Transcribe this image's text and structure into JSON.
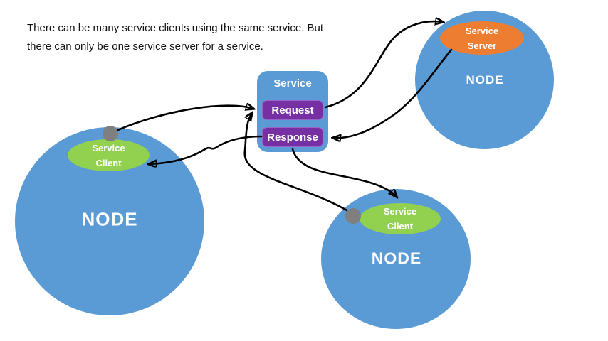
{
  "annotation": {
    "line1": "There can be many service clients using the same service. But",
    "line2": "there can only be one service server for a service."
  },
  "service": {
    "title": "Service",
    "request_label": "Request",
    "response_label": "Response"
  },
  "nodes": {
    "left": {
      "label": "NODE",
      "badge_line1": "Service",
      "badge_line2": "Client"
    },
    "bottom": {
      "label": "NODE",
      "badge_line1": "Service",
      "badge_line2": "Client"
    },
    "right": {
      "label": "NODE",
      "badge_line1": "Service",
      "badge_line2": "Server"
    }
  },
  "colors": {
    "node_blue": "#5B9BD5",
    "client_green": "#92D050",
    "server_orange": "#ED7D31",
    "box_purple": "#7630A3",
    "connection_dot_gray": "#7F7F7F",
    "arrow_black": "#000000",
    "shape_text_white": "#FFFFFF",
    "annotation_text": "#111111",
    "background": "#FFFFFF"
  }
}
